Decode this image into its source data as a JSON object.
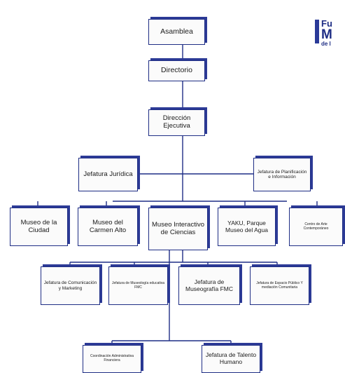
{
  "logo": {
    "line1": "Fu",
    "line2": "M",
    "line3": "de l"
  },
  "nodes": {
    "asamblea": "Asamblea",
    "directorio": "Directorio",
    "direccion": "Dirección Ejecutiva",
    "juridica": "Jefatura Jurídica",
    "planificacion": "Jefatura de Planificación e Información",
    "museo_ciudad": "Museo de la Ciudad",
    "carmen_alto": "Museo del Carmen Alto",
    "interactivo": "Museo Interactivo de Ciencias",
    "yaku": "YAKU, Parque Museo del Agua",
    "arte": "Centro de Arte Contemporáneo",
    "comunicacion": "Jefatura de Comunicación y Marketing",
    "museologia": "Jefatura de Museología educativa FMC",
    "museografia": "Jefatura de Museografía FMC",
    "espacio": "Jefatura de Espacio Público Y mediación Comunitaria",
    "coordinacion": "Coordinación Administrativa Financiera",
    "talento": "Jefatura de Talento Humano"
  }
}
